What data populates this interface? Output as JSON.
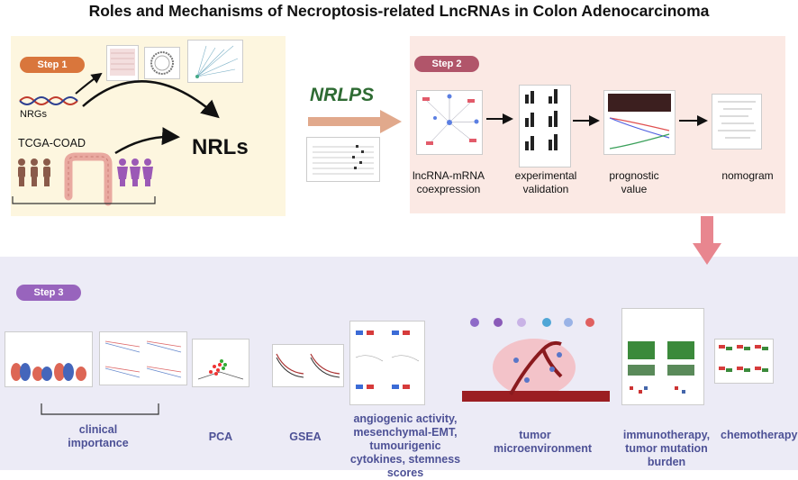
{
  "title": "Roles and Mechanisms of Necroptosis-related LncRNAs in Colon Adenocarcinoma",
  "step1": {
    "label": "Step 1",
    "nrgs": "NRGs",
    "tcga": "TCGA-COAD",
    "nrls": "NRLs"
  },
  "nrlps": "NRLPS",
  "step2": {
    "label": "Step 2",
    "coexp": "lncRNA-mRNA coexpression",
    "validation": "experimental validation",
    "prognostic": "prognostic value",
    "nomogram": "nomogram"
  },
  "step3": {
    "label": "Step 3",
    "clinical": "clinical importance",
    "pca": "PCA",
    "gsea": "GSEA",
    "angio": "angiogenic activity, mesenchymal-EMT, tumourigenic cytokines, stemness scores",
    "tme": "tumor microenvironment",
    "immuno": "immunotherapy, tumor mutation burden",
    "chemo": "chemotherapy"
  },
  "colors": {
    "step1": "#d9763c",
    "step2": "#b1556a",
    "step3": "#9864bd",
    "label_blue": "#4d5196",
    "nrlps_green": "#2e6b33"
  }
}
